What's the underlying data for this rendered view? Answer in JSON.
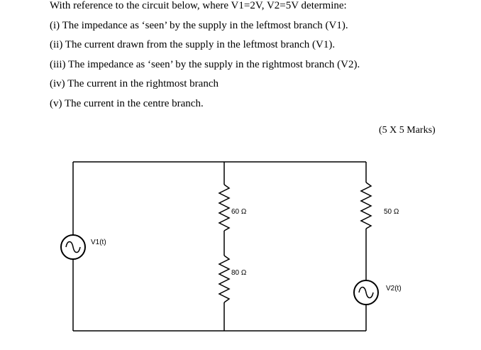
{
  "question": {
    "intro": "With reference to the circuit below, where V1=2V, V2=5V determine:",
    "parts": [
      "(i)  The impedance as ‘seen’ by the supply in the leftmost branch (V1).",
      "(ii)  The current drawn from the supply in the leftmost branch (V1).",
      "(iii) The impedance as ‘seen’ by the supply in the rightmost branch (V2).",
      "(iv) The current in the rightmost branch",
      " (v)  The current in the centre branch."
    ],
    "marks": "(5 X 5 Marks)"
  },
  "circuit": {
    "left_source_label": "V1(t)",
    "right_source_label": "V2(t)",
    "r_center_top": "60 Ω",
    "r_center_bottom": "80 Ω",
    "r_right": "50 Ω"
  }
}
